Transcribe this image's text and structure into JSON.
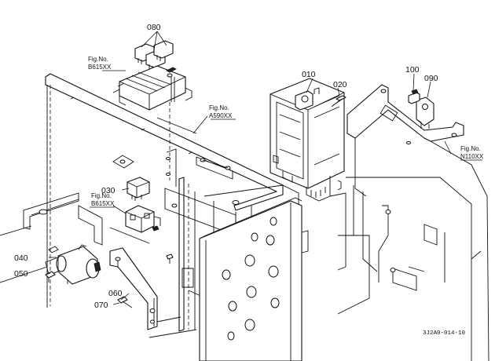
{
  "callouts": {
    "p010": "010",
    "p020": "020",
    "p030": "030",
    "p040": "040",
    "p050": "050",
    "p060": "060",
    "p070": "070",
    "p080": "080",
    "p090": "090",
    "p100": "100"
  },
  "figure_refs": {
    "b615_top_label": "Fig.No.",
    "b615_top_code": "B615XX",
    "a590_label": "Fig.No.",
    "a590_code": "A590XX",
    "b615_mid_label": "Fig.No.",
    "b615_mid_code": "B615XX",
    "n110_label": "Fig.No.",
    "n110_code": "N110XX"
  },
  "drawing_code": "3J2A0-014-10"
}
